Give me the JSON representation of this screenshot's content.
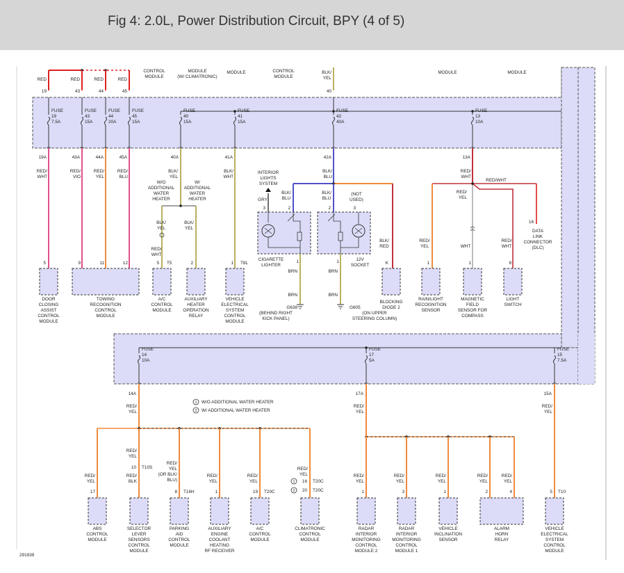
{
  "header": {
    "title": "Fig 4: 2.0L, Power Distribution Circuit, BPY (4 of 5)"
  },
  "colors": {
    "fusebox": "#dcdcf8",
    "fusebox_border": "#555555",
    "red": "#e02020",
    "pink": "#e0508a",
    "orange": "#f08a3c",
    "blue": "#5050c8",
    "olive": "#b8b060",
    "gray": "#bbbbbb",
    "dark_red": "#c0303a"
  },
  "top_labels": {
    "a": [
      "CONTROL",
      "MODULE"
    ],
    "b": [
      "MODULE",
      "(W/ CLIMATRONIC)"
    ],
    "c": [
      "MODULE"
    ],
    "d": [
      "CONTROL",
      "MODULE"
    ],
    "e": [
      "MODULE"
    ],
    "f": [
      "MODULE"
    ]
  },
  "top_wires": [
    {
      "color": "RED",
      "num": "19"
    },
    {
      "color": "RED",
      "num": "43"
    },
    {
      "color": "RED",
      "num": "44"
    },
    {
      "color": "RED",
      "num": "45"
    },
    {
      "color": [
        "BLK/",
        "YEL"
      ],
      "num": "40"
    }
  ],
  "fuses_upper": [
    {
      "name": "FUSE",
      "num": "19",
      "amp": "7.5A",
      "out": "19A",
      "wire": [
        "RED/",
        "WHT"
      ]
    },
    {
      "name": "FUSE",
      "num": "43",
      "amp": "15A",
      "out": "43A",
      "wire": [
        "RED/",
        "VIO"
      ]
    },
    {
      "name": "FUSE",
      "num": "44",
      "amp": "20A",
      "out": "44A",
      "wire": [
        "RED/",
        "YEL"
      ]
    },
    {
      "name": "FUSE",
      "num": "45",
      "amp": "15A",
      "out": "45A",
      "wire": [
        "RED/",
        "BLU"
      ]
    },
    {
      "name": "FUSE",
      "num": "40",
      "amp": "15A",
      "out": "40A",
      "wire": [
        "BLK/",
        "YEL"
      ]
    },
    {
      "name": "FUSE",
      "num": "41",
      "amp": "15A",
      "out": "41A",
      "wire": [
        "BLK/",
        "WHT"
      ]
    },
    {
      "name": "FUSE",
      "num": "42",
      "amp": "40A",
      "out": "42A",
      "wire": [
        "BLK/",
        "BLU"
      ]
    },
    {
      "name": "FUSE",
      "num": "13",
      "amp": "10A",
      "out": "13A",
      "wire": [
        "RED/",
        "WHT"
      ]
    }
  ],
  "water_heater": {
    "wo": [
      "W/O",
      "ADDITIONAL",
      "WATER",
      "HEATER"
    ],
    "w": [
      "W/",
      "ADDITIONAL",
      "WATER",
      "HEATER"
    ],
    "wire1": [
      "BLK/",
      "YEL"
    ],
    "wire2": [
      "BLK/",
      "YEL"
    ],
    "wire3": [
      "RED/",
      "WHT"
    ]
  },
  "upper_components": [
    {
      "pin": "5",
      "name": [
        "DOOR",
        "CLOSING",
        "ASSIST",
        "CONTROL",
        "MODULE"
      ]
    },
    {
      "pins": [
        "9",
        "11",
        "12"
      ],
      "name": [
        "TOWING",
        "RECOGNITION",
        "CONTROL",
        "MODULE"
      ]
    },
    {
      "pin": "5",
      "conn": "T5",
      "name": [
        "A/C",
        "CONTROL",
        "MODULE"
      ]
    },
    {
      "pin": "2",
      "name": [
        "AUXILIARY",
        "HEATER",
        "OPERATION",
        "RELAY"
      ]
    },
    {
      "pin": "1",
      "conn": "T8L",
      "name": [
        "VEHICLE",
        "ELECTRICAL",
        "SYSTEM",
        "CONTROL",
        "MODULE"
      ]
    },
    {
      "pin": "K",
      "wire": [
        "BLK/",
        "RED"
      ],
      "name": [
        "BLOCKING",
        "DIODE 2"
      ]
    },
    {
      "pin": "1",
      "wire": [
        "RED/",
        "YEL"
      ],
      "name": [
        "RAIN/LIGHT",
        "RECOGNITION",
        "SENSOR"
      ]
    },
    {
      "pin": "1",
      "wire": [
        "WHT"
      ],
      "name": [
        "MAGNETIC",
        "FIELD",
        "SENSOR FOR",
        "COMPASS"
      ]
    },
    {
      "pin": "8",
      "wire": [
        "RED/",
        "WHT"
      ],
      "name": [
        "LIGHT",
        "SWITCH"
      ]
    }
  ],
  "lighter_socket": {
    "interior": [
      "INTERIOR",
      "LIGHTS",
      "SYSTEM"
    ],
    "gry": "GRY",
    "blk_blu_a": [
      "BLK/",
      "BLU"
    ],
    "blk_blu_b": [
      "BLK/",
      "BLU"
    ],
    "not_used": [
      "(NOT",
      "USED)"
    ],
    "pins_top": [
      "3",
      "2",
      "2",
      "3"
    ],
    "pins_bottom": [
      "1",
      "1"
    ],
    "lighter": [
      "CIGARETTE",
      "LIGHTER"
    ],
    "socket": [
      "12V",
      "SOCKET"
    ],
    "brn": "BRN",
    "g638": [
      "G638",
      "(BEHIND RIGHT",
      "KICK PANEL)"
    ],
    "g605": [
      "G605",
      "(ON UPPER",
      "STEERING COLUMN)"
    ]
  },
  "dlc": {
    "wire": "RED/WHT",
    "pin": "16",
    "name": [
      "DATA",
      "LINK",
      "CONNECTOR",
      "(DLC)"
    ]
  },
  "fuses_lower": [
    {
      "name": "FUSE",
      "num": "14",
      "amp": "10A",
      "out": "14A",
      "wire": [
        "RED/",
        "YEL"
      ]
    },
    {
      "name": "FUSE",
      "num": "17",
      "amp": "5A",
      "out": "17A",
      "wire": [
        "RED/",
        "YEL"
      ]
    },
    {
      "name": "FUSE",
      "num": "15",
      "amp": "7.5A",
      "out": "15A",
      "wire": [
        "RED/",
        "YEL"
      ]
    }
  ],
  "legend": [
    {
      "n": "1",
      "text": "W/O ADDITIONAL WATER HEATER"
    },
    {
      "n": "2",
      "text": "W/ ADDITIONAL WATER HEATER"
    }
  ],
  "lower_components": [
    {
      "wire": [
        "RED/",
        "YEL"
      ],
      "pin": "17",
      "conn": "",
      "name": [
        "ABS",
        "CONTROL",
        "MODULE"
      ]
    },
    {
      "wire": [
        "RED/",
        "YEL",
        "RED/",
        "BLK"
      ],
      "pin": "10",
      "conn": "T10S",
      "name": [
        "SELECTOR",
        "LEVER",
        "SENSORS",
        "CONTROL",
        "MODULE"
      ]
    },
    {
      "wire": [
        "RED/",
        "YEL",
        "(OR BLK/",
        "BLU)"
      ],
      "pin": "8",
      "conn": "T16H",
      "name": [
        "PARKING",
        "AID",
        "CONTROL",
        "MODULE"
      ]
    },
    {
      "wire": [
        "RED/",
        "YEL"
      ],
      "pin": "1",
      "conn": "",
      "name": [
        "AUXILIARY",
        "ENGINE",
        "COOLANT",
        "HEATING",
        "RF RECEIVER"
      ]
    },
    {
      "wire": [
        "RED/",
        "YEL"
      ],
      "pin": "19",
      "conn": "T20C",
      "name": [
        "A/C",
        "CONTROL",
        "MODULE"
      ]
    },
    {
      "wire": [
        "RED/",
        "YEL"
      ],
      "pins": [
        "16",
        "20"
      ],
      "conns": [
        "T20C",
        "T20C"
      ],
      "name": [
        "CLIMATRONIC",
        "CONTROL",
        "MODULE"
      ]
    },
    {
      "wire": [
        "RED/",
        "YEL"
      ],
      "pin": "1",
      "conn": "",
      "name": [
        "RADAR",
        "INTERIOR",
        "MONITORING",
        "CONTROL",
        "MODULE 2"
      ]
    },
    {
      "wire": [
        "RED/",
        "YEL"
      ],
      "pin": "3",
      "conn": "",
      "name": [
        "RADAR",
        "INTERIOR",
        "MONITORING",
        "CONTROL",
        "MODULE 1"
      ]
    },
    {
      "wire": [
        "RED/",
        "YEL"
      ],
      "pin": "1",
      "conn": "",
      "name": [
        "VEHICLE",
        "INCLINATION",
        "SENSOR"
      ]
    },
    {
      "wire": [
        "RED/",
        "YEL",
        "RED/",
        "YEL"
      ],
      "pins": [
        "2",
        "4"
      ],
      "conn": "",
      "name": [
        "ALARM",
        "HORN",
        "RELAY"
      ]
    },
    {
      "wire": [
        "RED/",
        "YEL"
      ],
      "pin": "5",
      "conn": "T10",
      "name": [
        "VEHICLE",
        "ELECTRICAL",
        "SYSTEM",
        "CONTROL",
        "MODULE"
      ]
    }
  ],
  "figure_id": "291939"
}
